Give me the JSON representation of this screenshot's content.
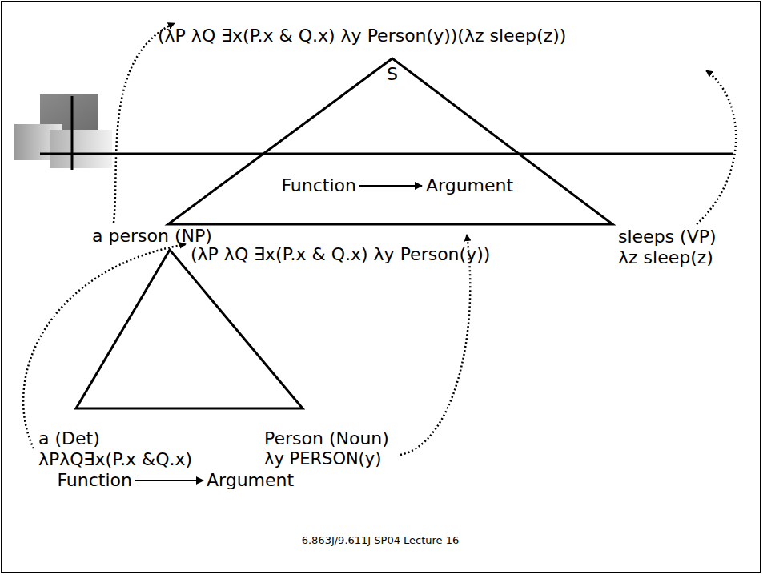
{
  "diagram": {
    "nodes": [
      {
        "text": [
          "S",
          "Function",
          "Argument"
        ]
      }
    ],
    "labels": [
      "(λP λQ ∃x(P.x & Q.x) λy Person(y))(λz sleep(z))",
      "a person (NP)",
      "sleeps (VP)",
      "λz sleep(z)",
      "(λP λQ ∃x(P.x & Q.x) λy Person(y))",
      "a (Det)",
      "λPλQ∃x(P.x &Q.x)",
      "Function",
      "Argument",
      "Person (Noun)",
      "λy PERSON(y)",
      "6.863J/9.611J SP04 Lecture 16"
    ]
  }
}
